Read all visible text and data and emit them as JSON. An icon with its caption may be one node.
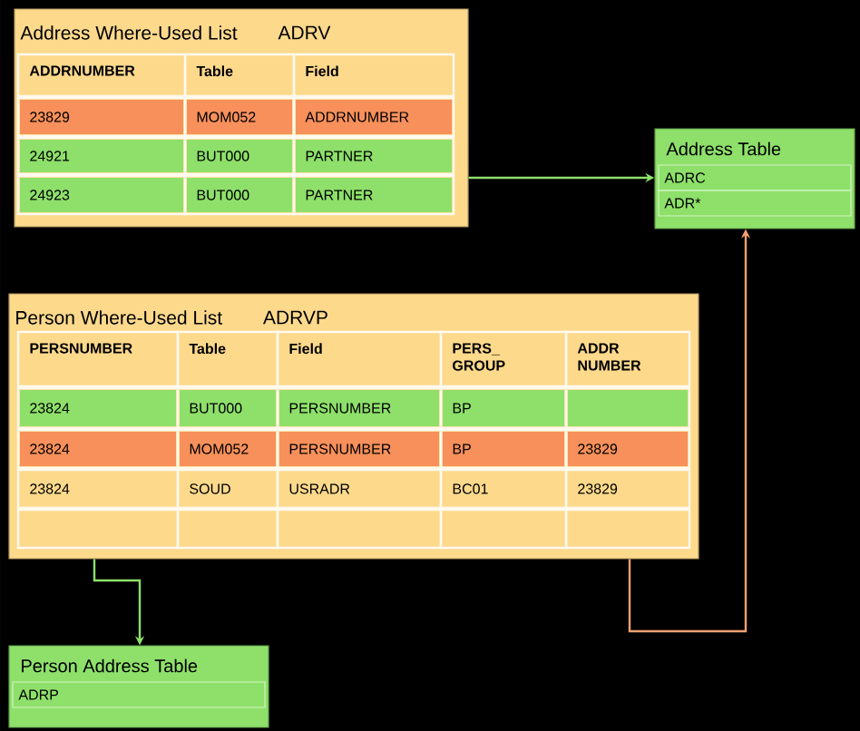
{
  "diagram": {
    "nodes": [
      {
        "text": [
          "Address Where-Used List",
          "ADRV"
        ]
      },
      {
        "text": [
          "Address Table",
          "ADRC",
          "ADR*"
        ]
      },
      {
        "text": [
          "Person Where-Used List",
          "ADRVP"
        ]
      },
      {
        "text": [
          "Person Address Table",
          "ADRP"
        ]
      }
    ],
    "edges": [
      {
        "from": 0,
        "to": 1,
        "arrow": "to"
      },
      {
        "from": 2,
        "to": 1,
        "arrow": "to",
        "color": "#f4a072"
      },
      {
        "from": 2,
        "to": 3,
        "arrow": "to"
      }
    ],
    "labels": [
      "ADDRNUMBER",
      "Table",
      "Field",
      "23829",
      "MOM052",
      "ADDRNUMBER",
      "24921",
      "BUT000",
      "PARTNER",
      "24923",
      "BUT000",
      "PARTNER",
      "PERSNUMBER",
      "Table",
      "Field",
      "PERS_ GROUP",
      "ADDR NUMBER",
      "23824",
      "BUT000",
      "PERSNUMBER",
      "BP",
      "23824",
      "MOM052",
      "PERSNUMBER",
      "BP",
      "23829",
      "23824",
      "SOUD",
      "USRADR",
      "BC01",
      "23829"
    ]
  }
}
